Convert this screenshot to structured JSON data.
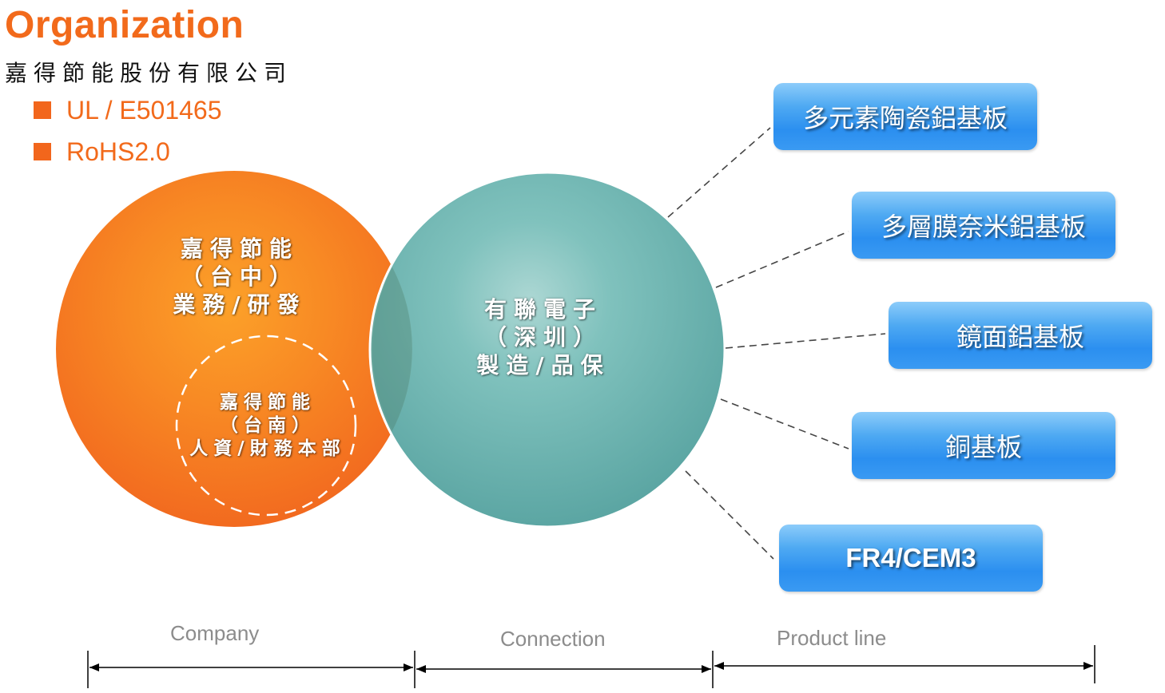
{
  "header": {
    "title": "Organization",
    "company_name": "嘉得節能股份有限公司",
    "certifications": [
      "UL / E501465",
      "RoHS2.0"
    ]
  },
  "circles": {
    "taichung": {
      "line1": "嘉得節能",
      "line2": "（台中）",
      "line3": "業務/研發",
      "color": "#f57a23"
    },
    "tainan": {
      "line1": "嘉得節能",
      "line2": "（台南）",
      "line3": "人資/財務本部"
    },
    "shenzhen": {
      "line1": "有聯電子",
      "line2": "（深圳）",
      "line3": "製造/品保",
      "color": "#5aaeab"
    }
  },
  "products": [
    "多元素陶瓷鋁基板",
    "多層膜奈米鋁基板",
    "鏡面鋁基板",
    "銅基板",
    "FR4/CEM3"
  ],
  "sections": {
    "company": "Company",
    "connection": "Connection",
    "product_line": "Product line"
  },
  "colors": {
    "accent_orange": "#f26a1b",
    "product_blue": "#3a9af2",
    "teal": "#5aaeab"
  }
}
